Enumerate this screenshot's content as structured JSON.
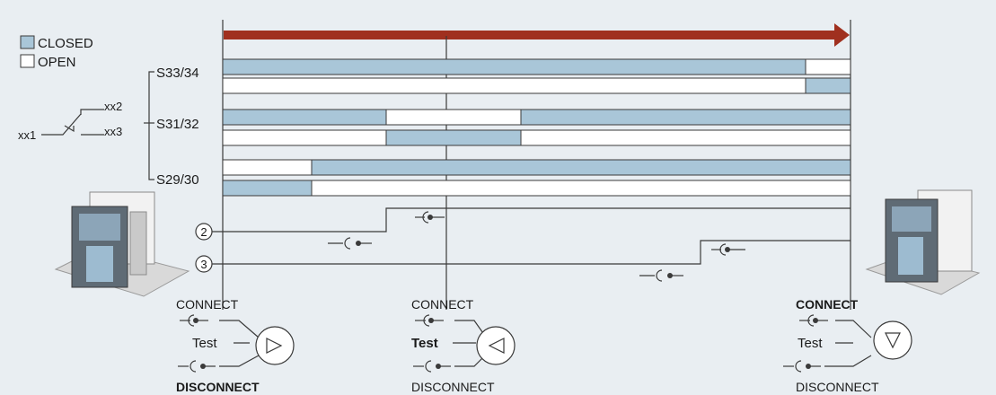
{
  "legend": {
    "closed_label": "CLOSED",
    "open_label": "OPEN",
    "closed_color": "#a9c6d8",
    "open_color": "#ffffff"
  },
  "switch_symbol": {
    "common_terminal": "xx1",
    "terminal_2": "xx2",
    "terminal_3": "xx3"
  },
  "contacts": [
    {
      "label": "S33/34"
    },
    {
      "label": "S31/32"
    },
    {
      "label": "S29/30"
    }
  ],
  "signals": [
    {
      "label": "2"
    },
    {
      "label": "3"
    }
  ],
  "positions": [
    {
      "connect": "CONNECT",
      "test": "Test",
      "disconnect": "DISCONNECT",
      "active": "disconnect",
      "arrow": "right"
    },
    {
      "connect": "CONNECT",
      "test": "Test",
      "disconnect": "DISCONNECT",
      "active": "test",
      "arrow": "left"
    },
    {
      "connect": "CONNECT",
      "test": "Test",
      "disconnect": "DISCONNECT",
      "active": "connect",
      "arrow": "down"
    }
  ],
  "colors": {
    "arrow": "#a0301f",
    "line": "#3a3a3a",
    "background": "#e9eef2"
  }
}
